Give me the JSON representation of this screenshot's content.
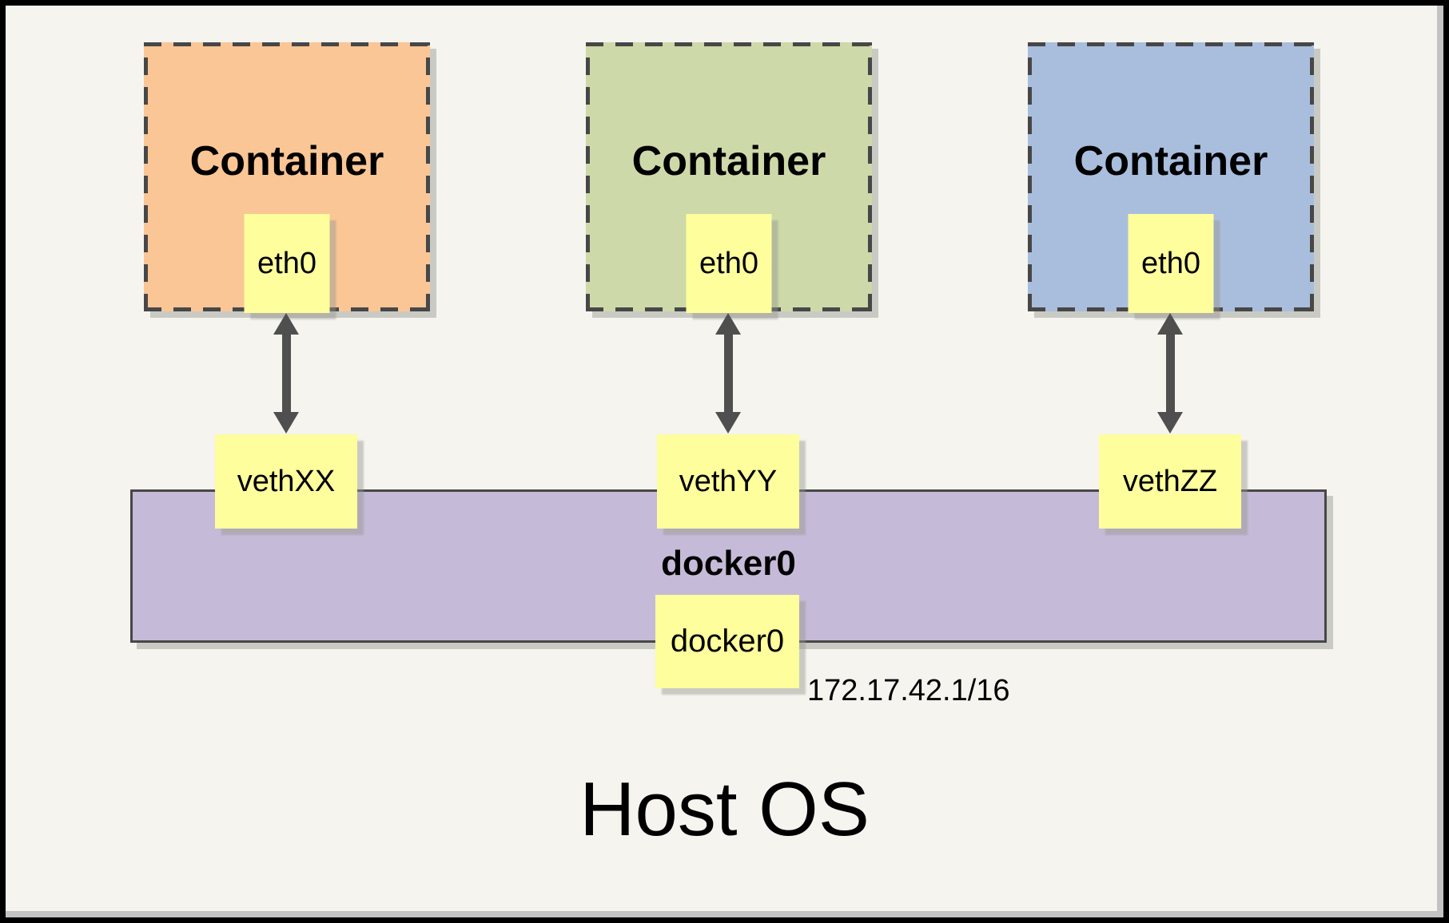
{
  "diagram": {
    "title": "Host OS",
    "containers": [
      {
        "label": "Container",
        "interface": "eth0",
        "veth": "vethXX",
        "fill": "#FAC696"
      },
      {
        "label": "Container",
        "interface": "eth0",
        "veth": "vethYY",
        "fill": "#CDD9A8"
      },
      {
        "label": "Container",
        "interface": "eth0",
        "veth": "vethZZ",
        "fill": "#A9BEDD"
      }
    ],
    "bridge": {
      "label": "docker0",
      "interface_label": "docker0",
      "ip": "172.17.42.1/16"
    }
  },
  "colors": {
    "bg": "#F5F4EF",
    "frame": "#000000",
    "page-shadow": "#C3C3C3",
    "stroke": "#474747",
    "arrow": "#4F4F4F",
    "box-yellow": "#FEFE9C",
    "bridge-purple": "#C5BAD7",
    "container-orange": "#FAC696",
    "container-green": "#CDD9A8",
    "container-blue": "#A9BEDD"
  }
}
